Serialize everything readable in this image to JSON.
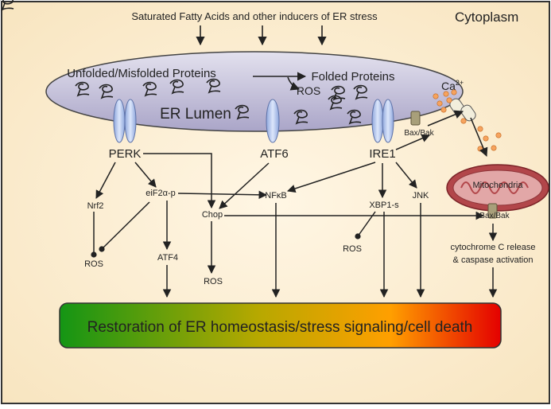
{
  "diagram": {
    "top_text": "Saturated Fatty Acids and other inducers of ER stress",
    "region_label": "Cytoplasm",
    "er": {
      "unfolded_label": "Unfolded/Misfolded Proteins",
      "folded_label": "Folded Proteins",
      "ros_label": "ROS",
      "lumen_label": "ER Lumen",
      "calcium_label": "Ca",
      "calcium_charge": "2+"
    },
    "sensors": {
      "perk": "PERK",
      "atf6": "ATF6",
      "ire1": "IRE1"
    },
    "nodes": {
      "bax_bak_er": "Bax/Bak",
      "mitochondria": "Mitochondria",
      "bax_bak_mito": "Bax/Bak",
      "nrf2": "Nrf2",
      "eif2a": "eiF2α-p",
      "nfkb": "NFκB",
      "chop": "Chop",
      "xbp1s": "XBP1-s",
      "jnk": "JNK",
      "atf4": "ATF4",
      "ros_nrf2": "ROS",
      "ros_chop": "ROS",
      "ros_xbp1": "ROS",
      "cytochrome_line1": "cytochrome C release",
      "cytochrome_line2": "& caspase activation"
    },
    "outcome": "Restoration of ER homeostasis/stress signaling/cell death",
    "colors": {
      "background": "#fdf0d6",
      "er_fill": "#c9c5dc",
      "receptor": "#a9bde6",
      "mito_outer": "#b2464a",
      "mito_inner": "#e2a7a7",
      "calcium_dot": "#f6a35e",
      "bax_channel": "#a89f7a",
      "gradient": [
        "#1c9a1c",
        "#c9a100",
        "#ff9f00",
        "#e50000"
      ]
    }
  }
}
